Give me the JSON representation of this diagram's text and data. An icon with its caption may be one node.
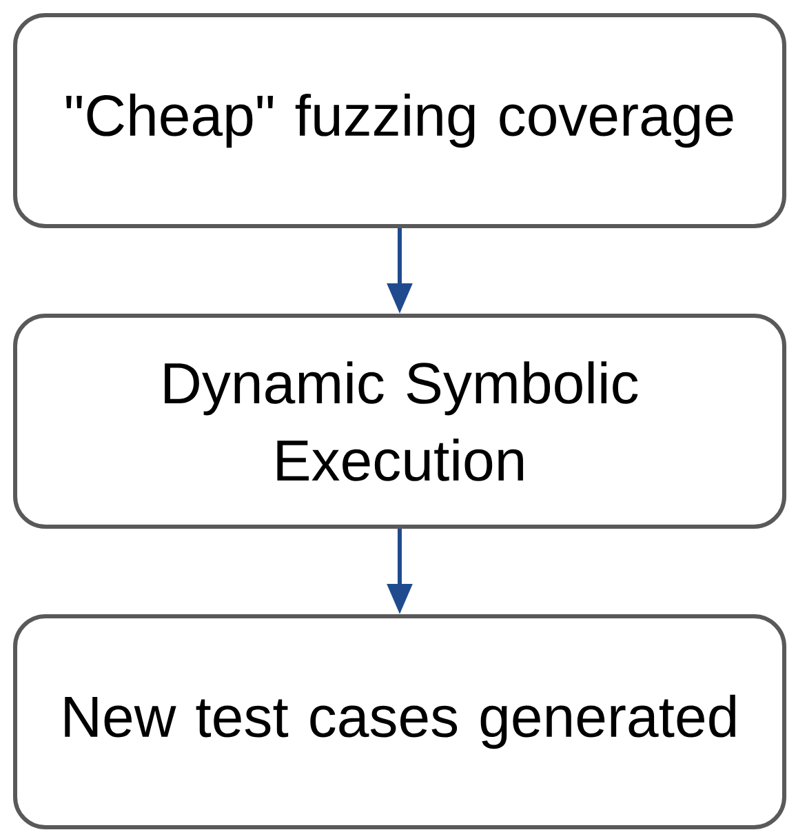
{
  "diagram": {
    "nodes": [
      {
        "text": [
          "\"Cheap\" fuzzing coverage"
        ]
      },
      {
        "text": [
          "Dynamic Symbolic Execution"
        ]
      },
      {
        "text": [
          "New test cases generated"
        ]
      }
    ],
    "edges": [
      {
        "from": 0,
        "to": 1,
        "arrow": "to",
        "color": "#1f4b8e"
      },
      {
        "from": 1,
        "to": 2,
        "arrow": "to",
        "color": "#1f4b8e"
      }
    ]
  }
}
